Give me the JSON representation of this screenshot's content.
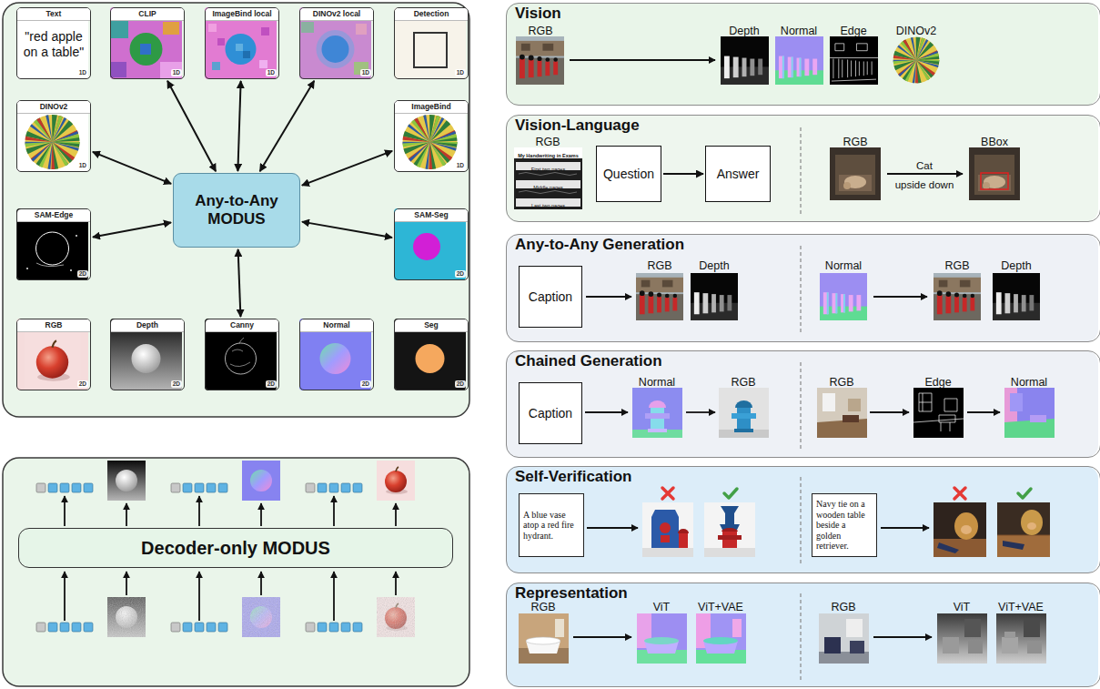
{
  "diagram": {
    "nodes": [
      {
        "text": [
          "Text",
          "\"red apple on a table\"",
          "1D"
        ]
      },
      {
        "text": [
          "CLIP",
          "1D"
        ]
      },
      {
        "text": [
          "ImageBind local",
          "1D"
        ]
      },
      {
        "text": [
          "DINOv2 local",
          "1D"
        ]
      },
      {
        "text": [
          "Detection",
          "1D"
        ]
      },
      {
        "text": [
          "DINOv2",
          "1D"
        ]
      },
      {
        "text": [
          "Any-to-Any MODUS"
        ]
      },
      {
        "text": [
          "ImageBind",
          "1D"
        ]
      },
      {
        "text": [
          "SAM-Edge",
          "2D"
        ]
      },
      {
        "text": [
          "SAM-Seg",
          "2D"
        ]
      },
      {
        "text": [
          "RGB",
          "2D"
        ]
      },
      {
        "text": [
          "Depth",
          "2D"
        ]
      },
      {
        "text": [
          "Canny",
          "2D"
        ]
      },
      {
        "text": [
          "Normal",
          "2D"
        ]
      },
      {
        "text": [
          "Seg",
          "2D"
        ]
      },
      {
        "text": [
          "Decoder-only MODUS"
        ]
      },
      {
        "text": [
          "Vision"
        ]
      },
      {
        "text": [
          "Vision-Language"
        ]
      },
      {
        "text": [
          "Question"
        ],
        "in": 17
      },
      {
        "text": [
          "Answer"
        ],
        "in": 17
      },
      {
        "text": [
          "Any-to-Any Generation"
        ]
      },
      {
        "text": [
          "Caption"
        ],
        "in": 20
      },
      {
        "text": [
          "Chained Generation"
        ]
      },
      {
        "text": [
          "Caption"
        ],
        "in": 22
      },
      {
        "text": [
          "Self-Verification"
        ]
      },
      {
        "text": [
          "A blue vase atop a red fire hydrant."
        ],
        "in": 24
      },
      {
        "text": [
          "Navy tie on a wooden table beside a golden retriever."
        ],
        "in": 24
      },
      {
        "text": [
          "Representation"
        ]
      }
    ],
    "edges": [
      {
        "from": 6,
        "to": 1,
        "arrow": "both"
      },
      {
        "from": 6,
        "to": 2,
        "arrow": "both"
      },
      {
        "from": 6,
        "to": 3,
        "arrow": "both"
      },
      {
        "from": 6,
        "to": 5,
        "arrow": "both"
      },
      {
        "from": 6,
        "to": 7,
        "arrow": "both"
      },
      {
        "from": 6,
        "to": 8,
        "arrow": "both"
      },
      {
        "from": 6,
        "to": 9,
        "arrow": "both"
      },
      {
        "from": 6,
        "to": 12,
        "arrow": "both"
      },
      {
        "from": 18,
        "to": 19,
        "arrow": "to"
      }
    ],
    "labels": [
      "RGB",
      "Depth",
      "Normal",
      "Edge",
      "DINOv2",
      "RGB",
      "My Handwriting in Exams",
      "First two pages",
      "Middle pages",
      "Last two pages",
      "RGB",
      "Cat",
      "upside down",
      "BBox",
      "RGB",
      "Depth",
      "Normal",
      "RGB",
      "Depth",
      "Normal",
      "RGB",
      "RGB",
      "Edge",
      "Normal",
      "RGB",
      "ViT",
      "ViT+VAE",
      "RGB",
      "ViT",
      "ViT+VAE"
    ]
  }
}
